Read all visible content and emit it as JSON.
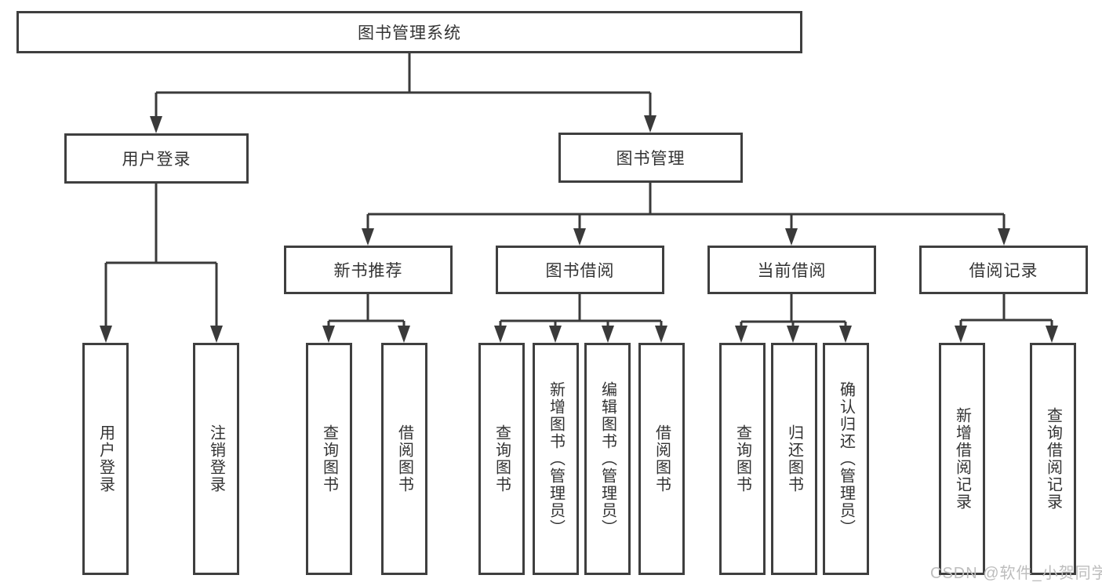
{
  "diagram": {
    "title_node": {
      "label": "图书管理系统"
    },
    "level2": [
      {
        "label": "用户登录"
      },
      {
        "label": "图书管理"
      }
    ],
    "level3": [
      {
        "label": "新书推荐"
      },
      {
        "label": "图书借阅"
      },
      {
        "label": "当前借阅"
      },
      {
        "label": "借阅记录"
      }
    ],
    "leaves": {
      "user_login": [
        "用户登录",
        "注销登录"
      ],
      "new_book": [
        "查询图书",
        "借阅图书"
      ],
      "book_borrow": [
        "查询图书",
        "新增图书（管理员）",
        "编辑图书（管理员）",
        "借阅图书"
      ],
      "current_borrow": [
        "查询图书",
        "归还图书",
        "确认归还（管理员）"
      ],
      "borrow_record": [
        "新增借阅记录",
        "查询借阅记录"
      ]
    },
    "colors": {
      "line": "#3a3a3a",
      "box_border": "#3f3f3f",
      "text": "#333333",
      "watermark": "#bdbdbd",
      "background": "#ffffff"
    },
    "watermark": "CSDN @软件_小贺同学"
  }
}
